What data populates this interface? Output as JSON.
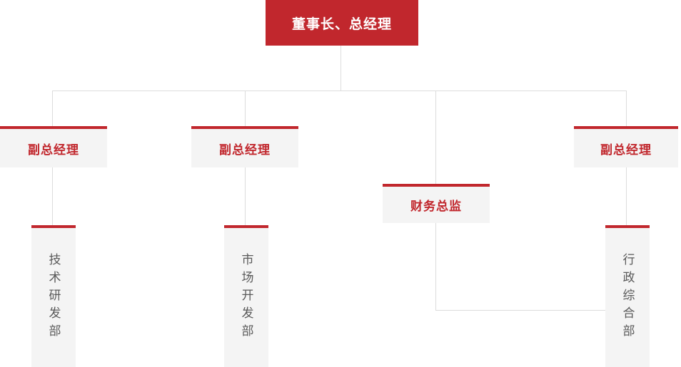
{
  "colors": {
    "accent_red": "#c1272d",
    "node_background": "#f4f4f4",
    "connector_line": "#dcdcdc",
    "root_text": "#ffffff",
    "department_text": "#595959"
  },
  "org_chart": {
    "root": {
      "label": "董事长、总经理"
    },
    "level2": [
      {
        "label": "副总经理"
      },
      {
        "label": "副总经理"
      },
      {
        "label": "财务总监"
      },
      {
        "label": "副总经理"
      }
    ],
    "departments": [
      {
        "label": "技术研发部"
      },
      {
        "label": "市场开发部"
      },
      {
        "label": "行政综合部"
      }
    ]
  }
}
